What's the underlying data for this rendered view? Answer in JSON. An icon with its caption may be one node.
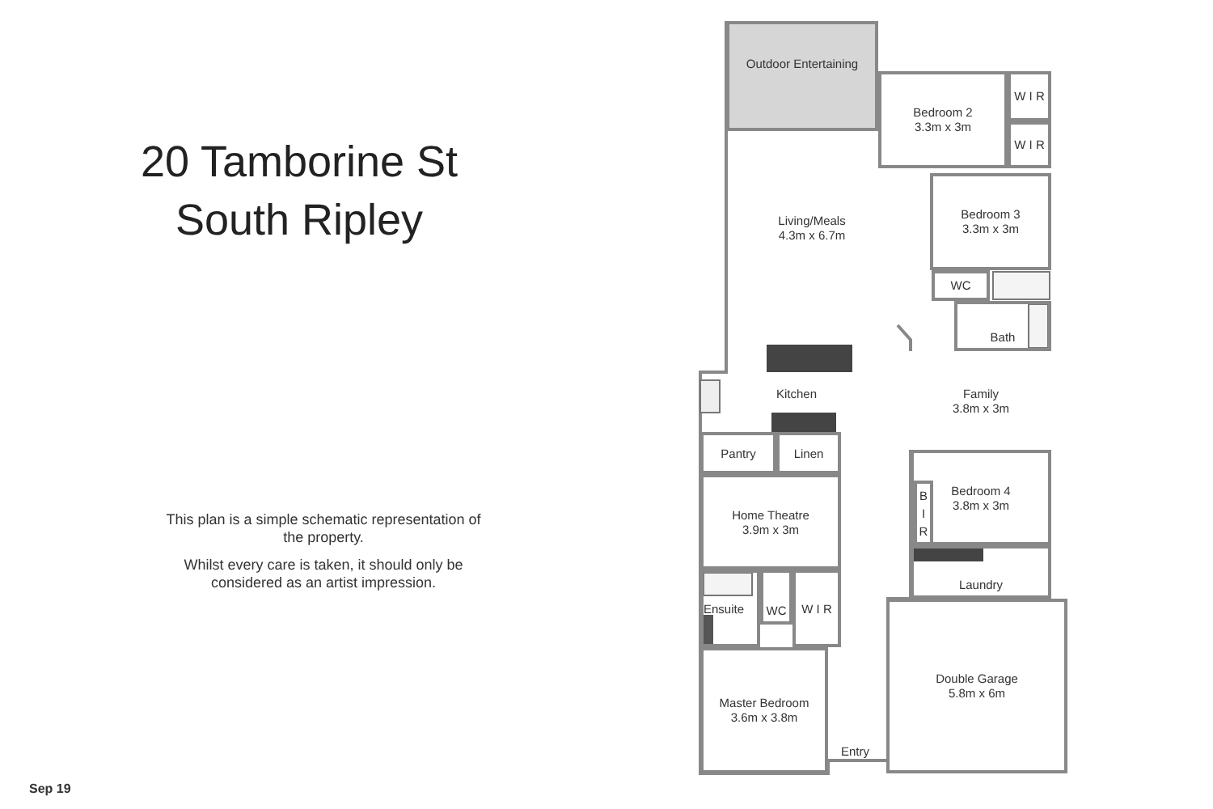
{
  "diagram": {
    "title": "20 Tamborine St South Ripley",
    "nodes": [
      {
        "text": [
          "Outdoor Entertaining"
        ]
      },
      {
        "text": [
          "Bedroom 2",
          "3.3m x 3m"
        ]
      },
      {
        "text": [
          "W I R"
        ]
      },
      {
        "text": [
          "W I R"
        ]
      },
      {
        "text": [
          "Bedroom 3",
          "3.3m x 3m"
        ]
      },
      {
        "text": [
          "WC"
        ]
      },
      {
        "text": [
          "Bath"
        ]
      },
      {
        "text": [
          "Living/Meals",
          "4.3m x 6.7m"
        ]
      },
      {
        "text": [
          "Family",
          "3.8m x 3m"
        ]
      },
      {
        "text": [
          "Pantry"
        ]
      },
      {
        "text": [
          "Linen"
        ]
      },
      {
        "text": [
          "Bedroom 4",
          "3.8m x 3m"
        ]
      },
      {
        "text": [
          "BIR"
        ],
        "in": 11
      },
      {
        "text": [
          "Home Theatre",
          "3.9m x 3m"
        ]
      },
      {
        "text": [
          "Laundry"
        ]
      },
      {
        "text": [
          "WC"
        ]
      },
      {
        "text": [
          "W I R"
        ]
      },
      {
        "text": [
          "Ensuite"
        ]
      },
      {
        "text": [
          "Master Bedroom",
          "3.6m x 3.8m"
        ]
      },
      {
        "text": [
          "Double Garage",
          "5.8m x 6m"
        ]
      }
    ],
    "labels": [
      "Kitchen",
      "Entry",
      "This plan is a simple schematic representation of the property.",
      "Whilst every care is taken, it should only be considered as an artist impression.",
      "Sep 19"
    ]
  }
}
